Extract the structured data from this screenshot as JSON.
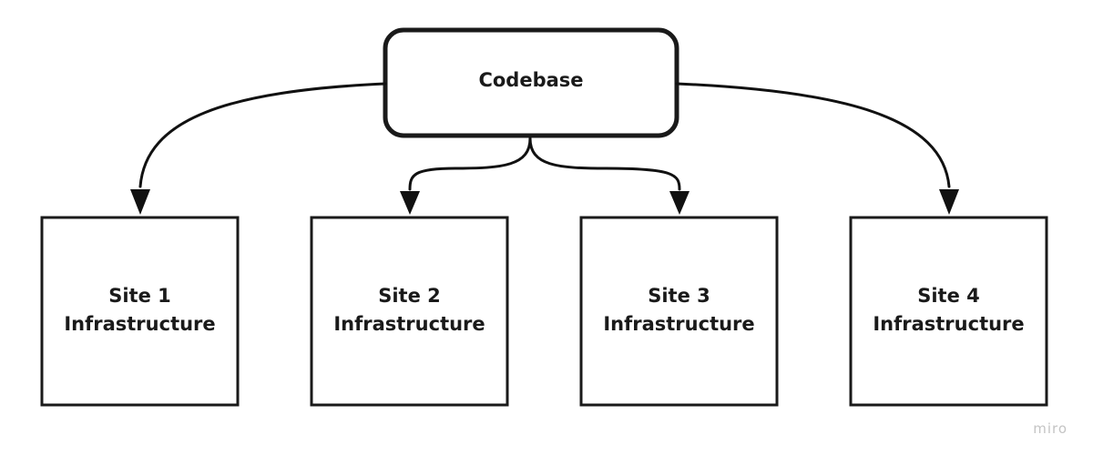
{
  "diagram": {
    "root": {
      "label": "Codebase"
    },
    "sites": [
      {
        "line1": "Site 1",
        "line2": "Infrastructure"
      },
      {
        "line1": "Site 2",
        "line2": "Infrastructure"
      },
      {
        "line1": "Site 3",
        "line2": "Infrastructure"
      },
      {
        "line1": "Site 4",
        "line2": "Infrastructure"
      }
    ],
    "watermark": "miro"
  },
  "colors": {
    "stroke": "#1a1a1a",
    "background": "#ffffff",
    "watermark": "#c4c4c4"
  }
}
